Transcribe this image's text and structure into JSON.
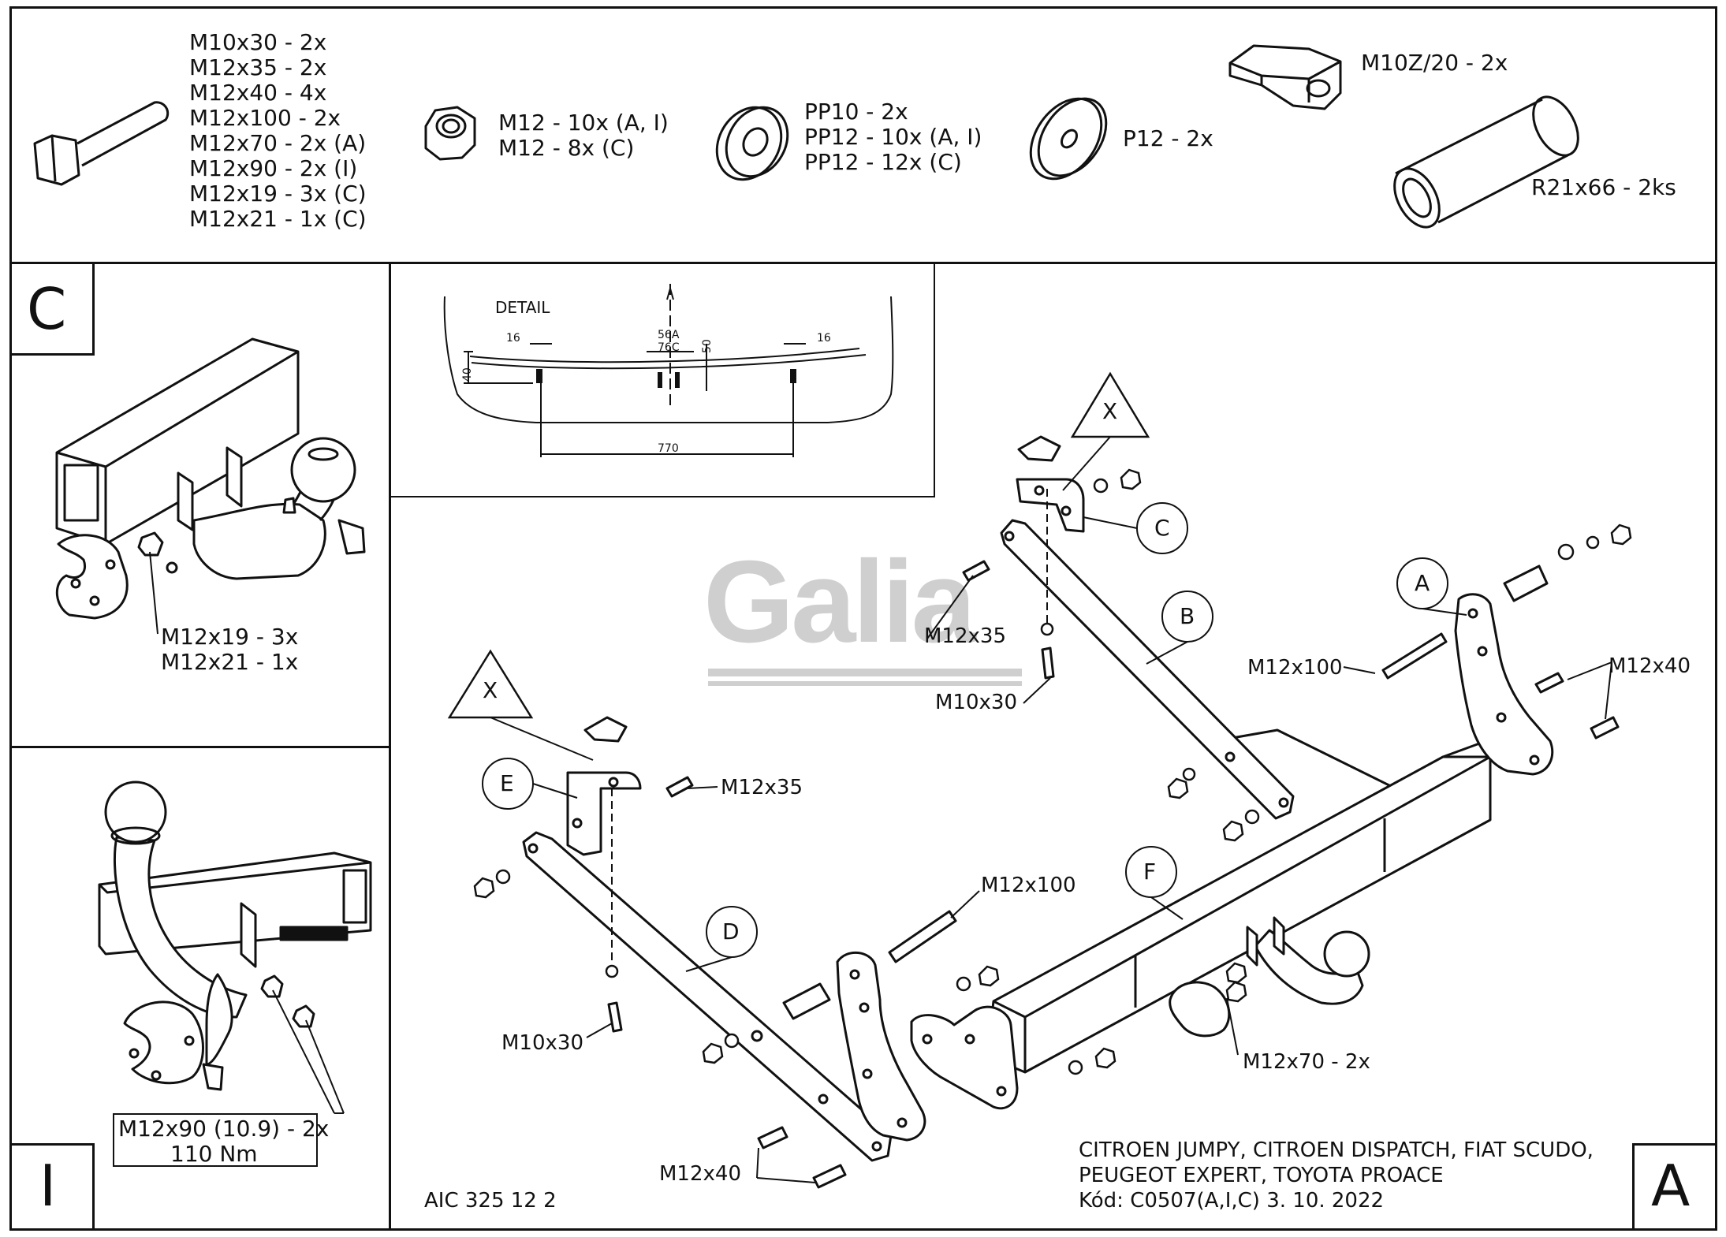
{
  "parts": {
    "bolts": [
      "M10x30 - 2x",
      "M12x35 - 2x",
      "M12x40 - 4x",
      "M12x100 - 2x",
      "M12x70 - 2x (A)",
      "M12x90 - 2x (I)",
      "M12x19 - 3x (C)",
      "M12x21 - 1x (C)"
    ],
    "nuts": [
      "M12 - 10x (A, I)",
      "M12 - 8x (C)"
    ],
    "washers": [
      "PP10 - 2x",
      "PP12 - 10x (A, I)",
      "PP12 - 12x (C)"
    ],
    "large_washer": "P12 - 2x",
    "clip_nut": "M10Z/20 -  2x",
    "spacer_tube": "R21x66 -  2ks"
  },
  "panel_c": {
    "letter": "C",
    "labels": [
      "M12x19 - 3x",
      "M12x21 - 1x"
    ]
  },
  "panel_i": {
    "letter": "I",
    "torque_lines": [
      "M12x90 (10.9) - 2x",
      "110 Nm"
    ]
  },
  "detail": {
    "title": "DETAIL",
    "dims": {
      "left_gap": "16",
      "right_gap": "16",
      "center_a": "56A",
      "center_c": "76C",
      "height": "50",
      "side": "40",
      "width": "770"
    }
  },
  "main": {
    "corner_letter": "A",
    "logo": "Galia",
    "warning_symbol": "X",
    "callouts": [
      "A",
      "B",
      "C",
      "D",
      "E",
      "F"
    ],
    "labels": {
      "m12x35_top": "M12x35",
      "m10x30_top": "M10x30",
      "m12x100_top": "M12x100",
      "m12x40_right": "M12x40",
      "m12x35_left": "M12x35",
      "m12x100_mid": "M12x100",
      "m10x30_left": "M10x30",
      "m12x70": "M12x70 - 2x",
      "m12x40_bottom": "M12x40"
    },
    "doc_code": "AIC 325 12 2",
    "vehicle_lines": [
      "CITROEN JUMPY, CITROEN DISPATCH, FIAT SCUDO,",
      "PEUGEOT EXPERT, TOYOTA PROACE",
      "Kód: C0507(A,I,C)  3. 10. 2022"
    ]
  }
}
